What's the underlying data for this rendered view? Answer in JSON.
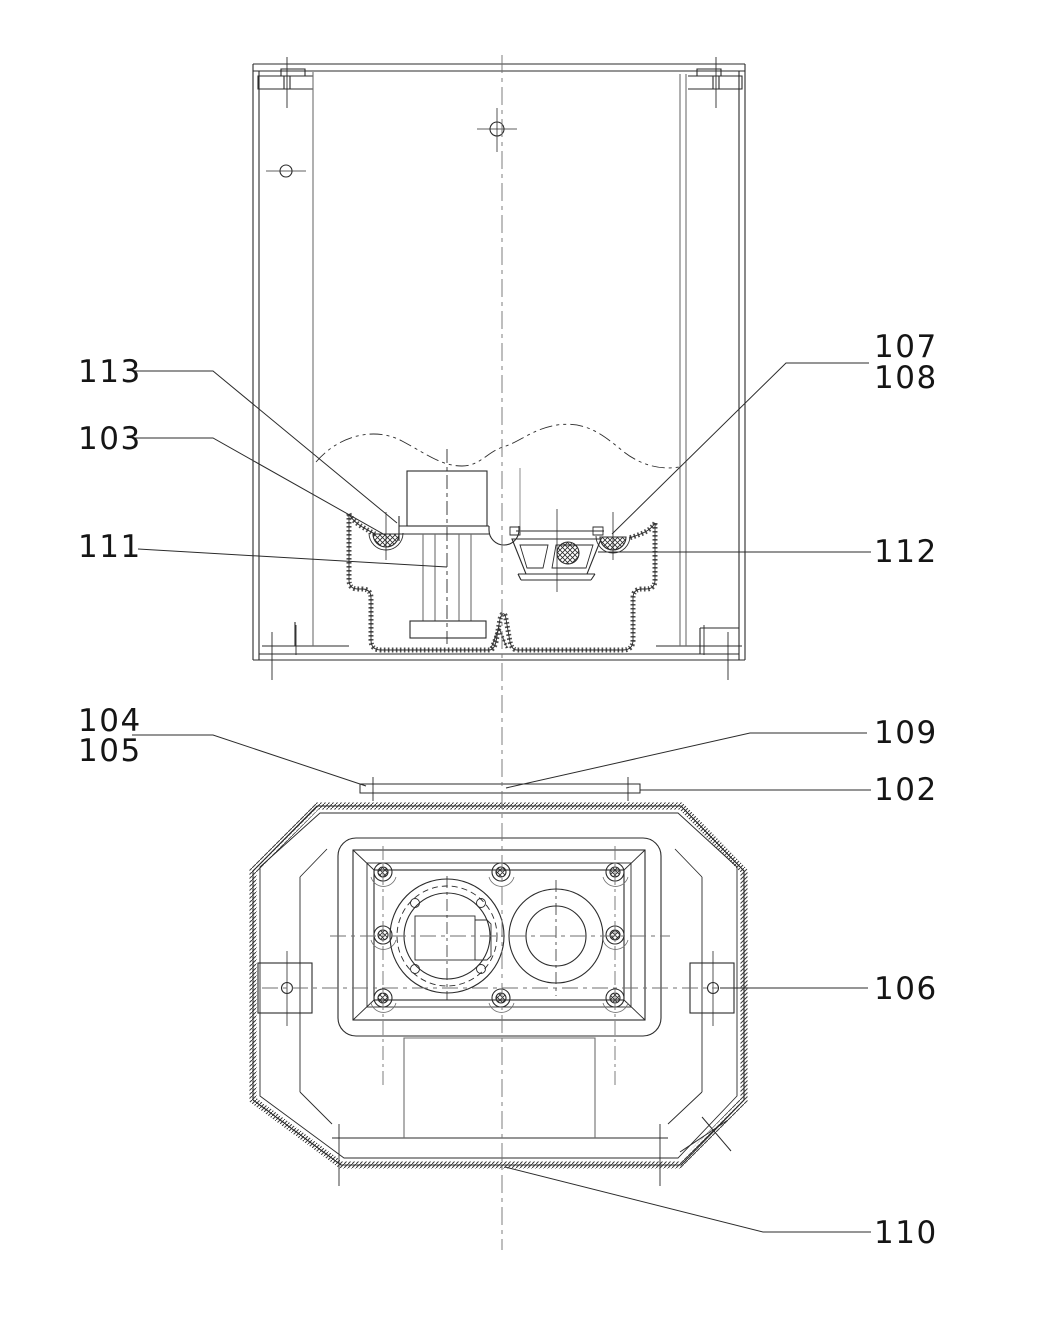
{
  "figure": {
    "kind": "patent-technical-drawing",
    "colors": {
      "background": "#ffffff",
      "line": "#2b2b2b",
      "faint": "#6f6f6f",
      "stipple": "#4d4d4d",
      "label": "#151515"
    }
  },
  "callouts": {
    "c102": "102",
    "c103": "103",
    "c104": "104",
    "c105": "105",
    "c106": "106",
    "c107": "107",
    "c108": "108",
    "c109": "109",
    "c110": "110",
    "c111": "111",
    "c112": "112",
    "c113": "113"
  }
}
